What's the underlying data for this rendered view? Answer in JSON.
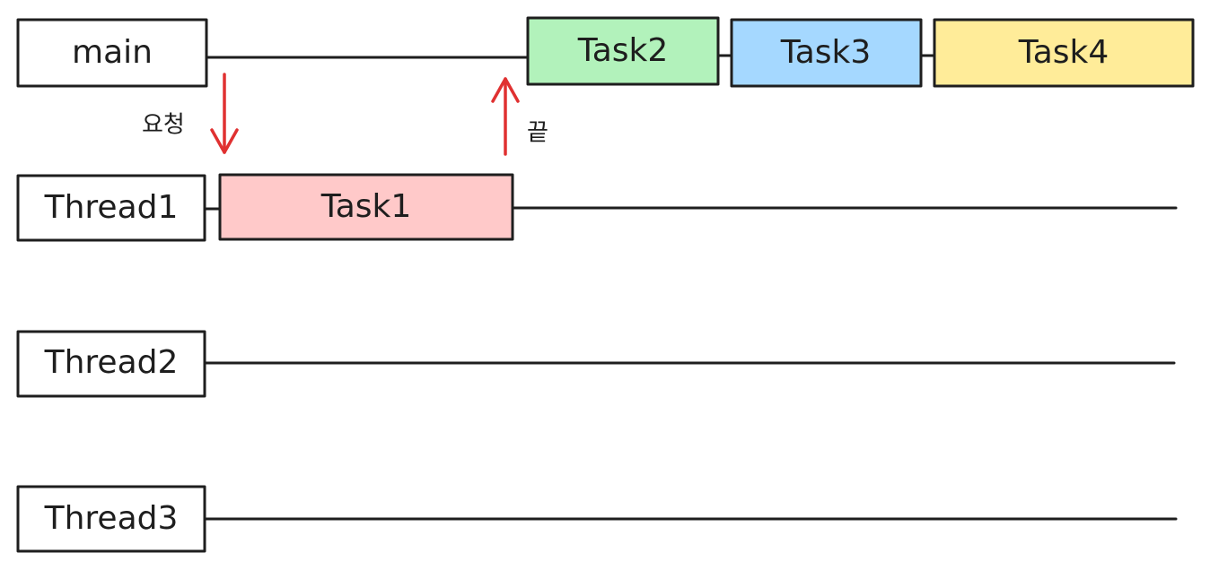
{
  "main_label": "main",
  "threads": [
    {
      "label": "Thread1"
    },
    {
      "label": "Thread2"
    },
    {
      "label": "Thread3"
    }
  ],
  "tasks": [
    {
      "label": "Task1",
      "color": "#ffc9c9"
    },
    {
      "label": "Task2",
      "color": "#b2f2bb"
    },
    {
      "label": "Task3",
      "color": "#a5d8ff"
    },
    {
      "label": "Task4",
      "color": "#ffec99"
    }
  ],
  "annotations": {
    "request": "요청",
    "done": "끝"
  },
  "colors": {
    "stroke": "#1e1e1e",
    "arrow": "#e03131",
    "box_fill": "#ffffff"
  }
}
